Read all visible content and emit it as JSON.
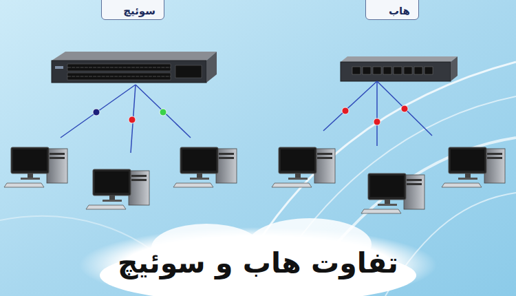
{
  "diagram": {
    "title": "تفاوت هاب و سوئیچ",
    "nodes": [
      {
        "text": [
          "سوئیچ"
        ]
      },
      {
        "text": [
          "هاب"
        ]
      }
    ]
  }
}
